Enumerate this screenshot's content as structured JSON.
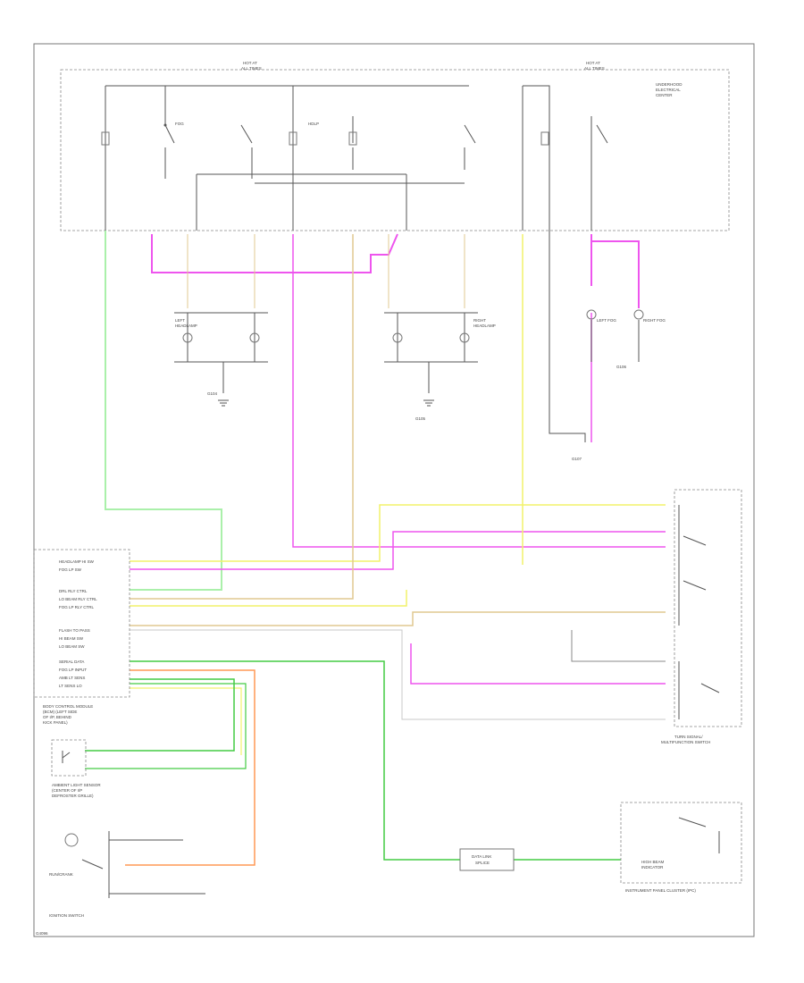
{
  "colors": {
    "pink": "#ee55ee",
    "green": "#44cc44",
    "lightgreen": "#aaf0aa",
    "yellow": "#f2f26a",
    "orange": "#ff9955",
    "tan": "#e0c890",
    "gray": "#c8c8c8"
  },
  "labels": {
    "fuse_a_title": "HOT AT",
    "fuse_a_sub": "ALL TIMES",
    "fuse_b_title": "HOT AT",
    "fuse_b_sub": "ALL TIMES",
    "relay_desc_1": "UNDERHOOD",
    "relay_desc_2": "ELECTRICAL",
    "relay_desc_3": "CENTER",
    "fog_relay": "FOG",
    "hdlp_relay": "HDLP",
    "ground_1": "G104",
    "ground_2": "G105",
    "ground_3": "G106",
    "ground_4": "G107",
    "left_headlamp_1": "LEFT",
    "left_headlamp_2": "HEADLAMP",
    "right_headlamp_1": "RIGHT",
    "right_headlamp_2": "HEADLAMP",
    "left_fog": "LEFT FOG",
    "right_fog": "RIGHT FOG",
    "bcm_1": "BODY CONTROL MODULE",
    "bcm_2": "(BCM) (LEFT SIDE",
    "bcm_3": "OF I/P, BEHIND",
    "bcm_4": "KICK PANEL)",
    "ambient_1": "AMBIENT LIGHT SENSOR",
    "ambient_2": "(CENTER OF I/P",
    "ambient_3": "DEFROSTER GRILLE)",
    "ignition_switch": "IGNITION SWITCH",
    "run_crank": "RUN/CRANK",
    "turn_signal_1": "TURN SIGNAL/",
    "turn_signal_2": "MULTIFUNCTION SWITCH",
    "instrument_cluster": "INSTRUMENT PANEL CLUSTER (IPC)",
    "bus_splice": "DATA LINK",
    "bus_splice_2": "SPLICE",
    "ipc_lamp": "HIGH BEAM",
    "ipc_lamp_2": "INDICATOR",
    "footer_code": "G4096"
  },
  "bcm_pins": [
    "HEADLAMP HI SW",
    "FOG LP SW",
    "",
    "DRL RLY CTRL",
    "LO BEAM RLY CTRL",
    "FOG LP RLY CTRL",
    "",
    "FLASH TO PASS",
    "HI BEAM SW",
    "LO BEAM SW",
    "SERIAL DATA",
    "FOG LP INPUT",
    "AMB LT SENS",
    "LT SENS LO"
  ]
}
